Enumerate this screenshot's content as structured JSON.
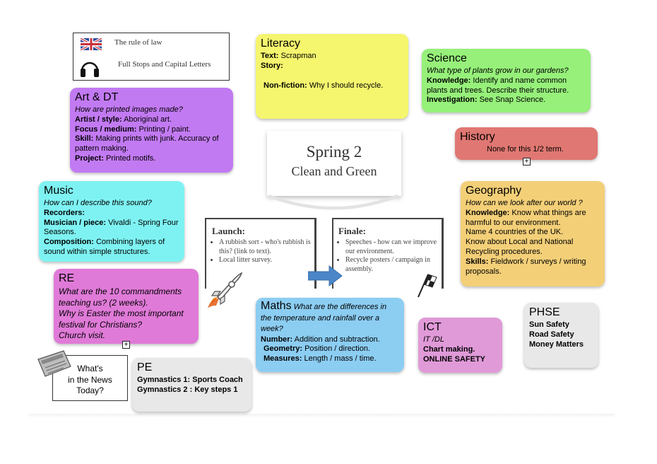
{
  "rules": {
    "item1": "The rule of law",
    "item2": "Full Stops and Capital Letters",
    "flag_icon": "uk-flag-icon",
    "headphones_icon": "headphones-icon"
  },
  "title": {
    "line1": "Spring  2",
    "line2": "Clean and Green"
  },
  "literacy": {
    "title": "Literacy",
    "text_label": "Text:",
    "text_value": " Scrapman",
    "story_label": "Story:",
    "nonfiction_label": "Non-fiction:",
    "nonfiction_value": " Why I should recycle."
  },
  "science": {
    "title": "Science",
    "question": "What type of plants grow in our gardens?",
    "knowledge_label": "Knowledge:",
    "knowledge_value": " Identify and name common plants and trees. Describe their structure.",
    "investigation_label": "Investigation:",
    "investigation_value": " See Snap Science."
  },
  "art": {
    "title": "Art & DT",
    "question": "How are printed images made?",
    "artist_label": "Artist / style:",
    "artist_value": "  Aboriginal art.",
    "focus_label": "Focus / medium:",
    "focus_value": "  Printing / paint.",
    "skill_label": "Skill:",
    "skill_value": " Making prints with junk. Accuracy of pattern making.",
    "project_label": "Project:",
    "project_value": " Printed motifs."
  },
  "history": {
    "title": "History",
    "text": "None for this 1/2 term."
  },
  "music": {
    "title": "Music",
    "question": "How can I describe this sound?",
    "recorders_label": "Recorders:",
    "piece_label": "Musician / piece:",
    "piece_value": " Vivaldi - Spring Four Seasons.",
    "composition_label": "Composition:",
    "composition_value": " Combining layers of sound within simple structures."
  },
  "geography": {
    "title": "Geography",
    "question": "How can we look after our world ?",
    "knowledge_label": "Knowledge:",
    "knowledge_value": " Know what things are harmful to our environment.",
    "line2": "Name 4 countries of the UK.",
    "line3": "Know about Local and National Recycling procedures.",
    "skills_label": "Skills:",
    "skills_value": " Fieldwork / surveys / writing proposals."
  },
  "launch": {
    "title": "Launch:",
    "items": [
      "A rubbish sort - who's rubbish is this? (link to text).",
      "Local litter survey."
    ]
  },
  "finale": {
    "title": "Finale:",
    "items": [
      "Speeches - how can we improve our environment.",
      "Recycle posters / campaign in assembly."
    ]
  },
  "re": {
    "title": "RE",
    "line1": "What are the 10 commandments teaching us? (2 weeks).",
    "line2": "Why is Easter the most important festival for Christians?",
    "line3": "Church visit."
  },
  "maths": {
    "title": "Maths",
    "question": " What are the differences in the temperature and rainfall over a week?",
    "number_label": "Number:",
    "number_value": " Addition and subtraction.",
    "geometry_label": "Geometry:",
    "geometry_value": " Position / direction.",
    "measures_label": "Measures:",
    "measures_value": " Length / mass / time."
  },
  "ict": {
    "title": "ICT",
    "subtitle": "IT /DL",
    "line1": "Chart making.",
    "line2": "ONLINE SAFETY"
  },
  "phse": {
    "title": "PHSE",
    "items": [
      "Sun Safety",
      "Road Safety",
      "Money Matters"
    ]
  },
  "news": {
    "line1": "What's",
    "line2": "in the News",
    "line3": "Today?",
    "icon": "newspaper-icon"
  },
  "pe": {
    "title": "PE",
    "line1": "Gymnastics 1: Sports Coach",
    "line2": "Gymnastics 2 : Key steps 1"
  },
  "colors": {
    "literacy": "#f5f56e",
    "science": "#96f07a",
    "art": "#c27af2",
    "history": "#e07772",
    "music": "#7ef2f2",
    "geography": "#f3cf78",
    "re": "#e07ad8",
    "maths": "#8ccdf2",
    "ict": "#e09ad8",
    "phse": "#e8e8e8",
    "pe": "#e8e8e8",
    "arrow": "#4a86c8"
  }
}
